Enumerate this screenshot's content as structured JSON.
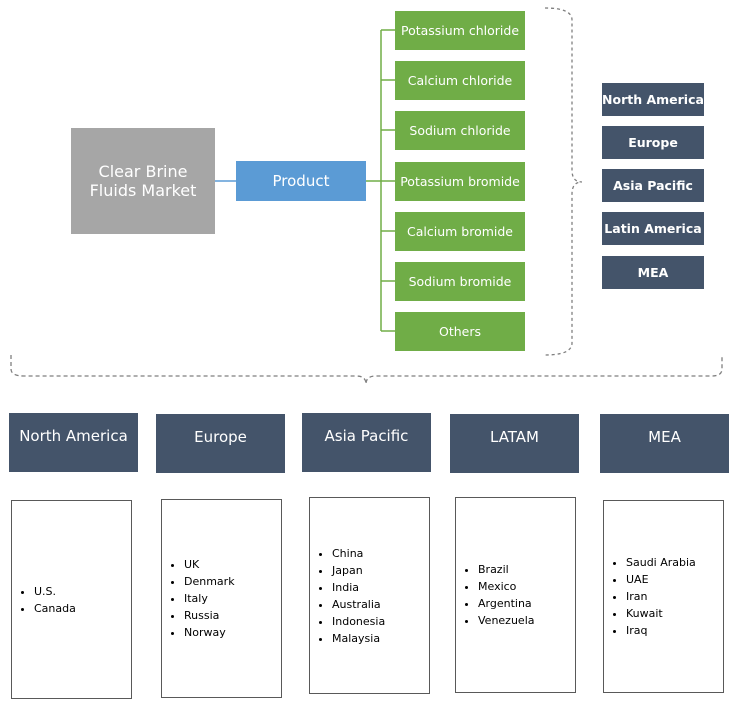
{
  "market": {
    "title": "Clear Brine\nFluids Market"
  },
  "segment": {
    "label": "Product"
  },
  "products": [
    "Potassium chloride",
    "Calcium chloride",
    "Sodium chloride",
    "Potassium bromide",
    "Calcium bromide",
    "Sodium bromide",
    "Others"
  ],
  "regions_side": [
    "North America",
    "Europe",
    "Asia Pacific",
    "Latin America",
    "MEA"
  ],
  "regions": [
    {
      "name": "North America",
      "countries": [
        "U.S.",
        "Canada"
      ]
    },
    {
      "name": "Europe",
      "countries": [
        "UK",
        "Denmark",
        "Italy",
        "Russia",
        "Norway"
      ]
    },
    {
      "name": "Asia Pacific",
      "countries": [
        "China",
        "Japan",
        "India",
        "Australia",
        "Indonesia",
        "Malaysia"
      ]
    },
    {
      "name": "LATAM",
      "countries": [
        "Brazil",
        "Mexico",
        "Argentina",
        "Venezuela"
      ]
    },
    {
      "name": "MEA",
      "countries": [
        "Saudi Arabia",
        "UAE",
        "Iran",
        "Kuwait",
        "Iraq"
      ]
    }
  ],
  "colors": {
    "market": "#a6a6a6",
    "segment": "#5b9bd5",
    "product": "#70ad47",
    "region": "#44546a"
  }
}
